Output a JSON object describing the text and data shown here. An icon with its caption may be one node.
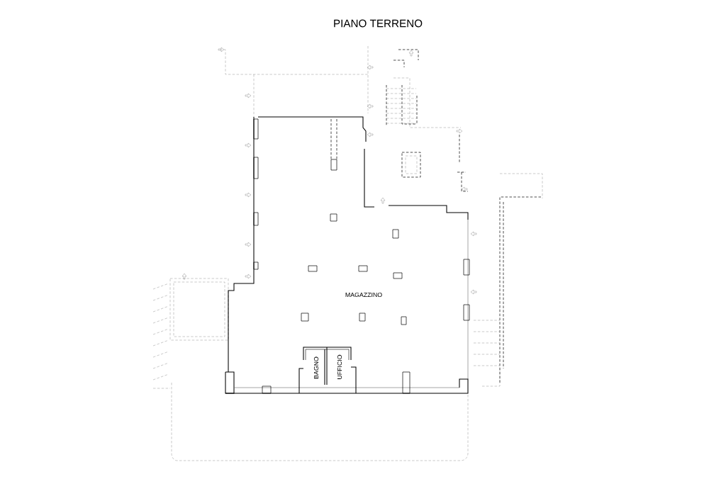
{
  "diagram": {
    "title": "PIANO TERRENO",
    "labels": [
      "MAGAZZINO",
      "BAGNO",
      "UFFICIO"
    ]
  }
}
